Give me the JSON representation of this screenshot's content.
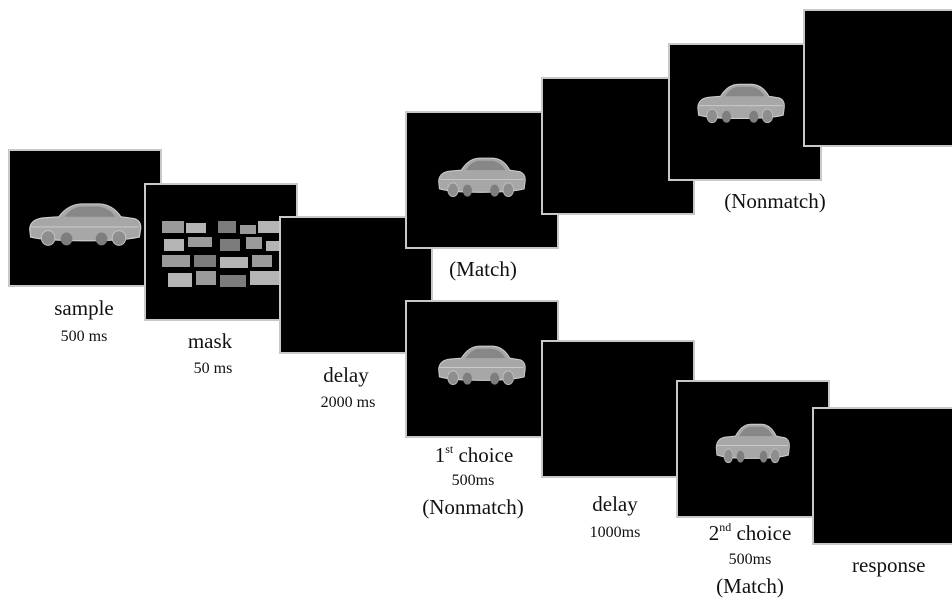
{
  "steps": {
    "sample": {
      "name": "sample",
      "duration": "500 ms"
    },
    "mask": {
      "name": "mask",
      "duration": "50 ms"
    },
    "delay1": {
      "name": "delay",
      "duration": "2000 ms"
    },
    "upper": {
      "match_label": "(Match)",
      "nonmatch_label": "(Nonmatch)"
    },
    "choice1": {
      "ordinal": "1",
      "suffix": "st",
      "name": "choice",
      "duration": "500ms",
      "condition": "(Nonmatch)"
    },
    "delay2": {
      "name": "delay",
      "duration": "1000ms"
    },
    "choice2": {
      "ordinal": "2",
      "suffix": "nd",
      "name": "choice",
      "duration": "500ms",
      "condition": "(Match)"
    },
    "response": {
      "name": "response"
    }
  },
  "icons": {
    "stimulus": "car-icon",
    "mask": "scrambled-mask-icon"
  }
}
